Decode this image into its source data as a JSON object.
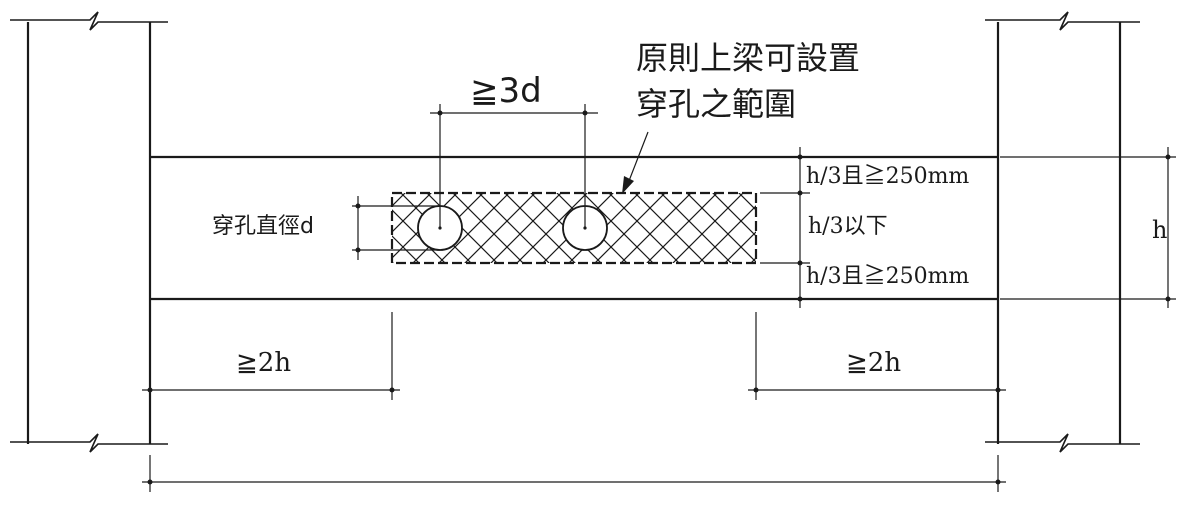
{
  "labels": {
    "spacing": "≧3d",
    "zone_note_line1": "原則上梁可設置",
    "zone_note_line2": "穿孔之範圍",
    "hole_diameter": "穿孔直徑d",
    "top_zone": "h/3且≧250mm",
    "middle_zone": "h/3以下",
    "bottom_zone": "h/3且≧250mm",
    "beam_depth": "h",
    "left_distance": "≧2h",
    "right_distance": "≧2h"
  },
  "colors": {
    "line": "#1a1a1a",
    "background": "#ffffff"
  }
}
